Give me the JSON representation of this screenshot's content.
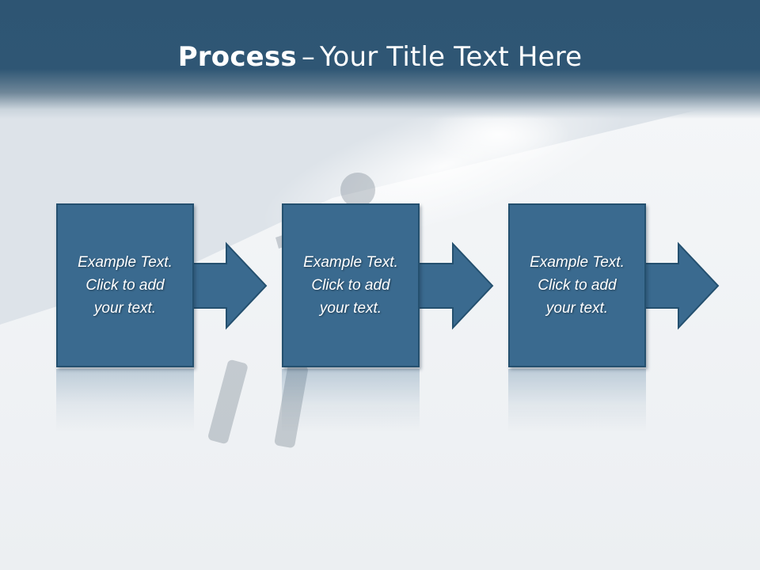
{
  "slide": {
    "title_bold": "Process",
    "title_separator": "–",
    "title_rest": "Your Title Text Here"
  },
  "steps": [
    {
      "text": "Example Text.\nClick  to add\nyour text."
    },
    {
      "text": "Example Text.\nClick  to add\nyour text."
    },
    {
      "text": "Example Text.\nClick  to add\nyour text."
    }
  ],
  "colors": {
    "title_bar": "#2f5674",
    "box_fill": "#3a6a8f",
    "box_border": "#24506f",
    "text": "#ffffff"
  },
  "background": {
    "subject": "skier-on-snow-slope-icon"
  }
}
